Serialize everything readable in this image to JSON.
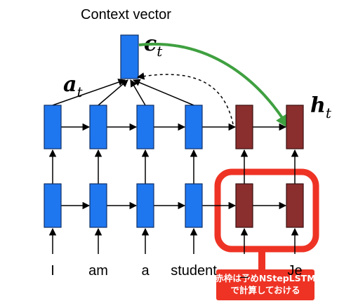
{
  "title": "Context vector",
  "math": {
    "c": "c",
    "c_sub": "t",
    "a": "a",
    "a_sub": "t",
    "h": "h",
    "h_sub": "t"
  },
  "words": [
    "I",
    "am",
    "a",
    "student",
    "_",
    "Je"
  ],
  "note": {
    "line1": "赤枠は予めNStepLSTM",
    "line2": "で計算しておける"
  },
  "colors": {
    "encoder": "#1f77f0",
    "decoder": "#8b2e2e",
    "highlight": "#ee3324",
    "attention_arrow": "#3fa040"
  }
}
